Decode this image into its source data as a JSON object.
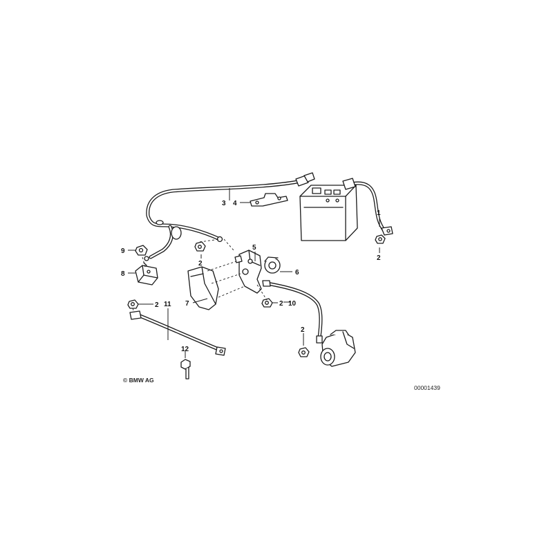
{
  "diagram": {
    "callouts": {
      "c1": "1",
      "c2a": "2",
      "c2b": "2",
      "c2c": "2",
      "c2d": "2",
      "c2e": "2",
      "c3": "3",
      "c4": "4",
      "c5": "5",
      "c6": "6",
      "c7": "7",
      "c8": "8",
      "c9": "9",
      "c10": "10",
      "c11": "11",
      "c12": "12"
    },
    "copyright": "© BMW AG",
    "drawing_number": "00001439"
  }
}
